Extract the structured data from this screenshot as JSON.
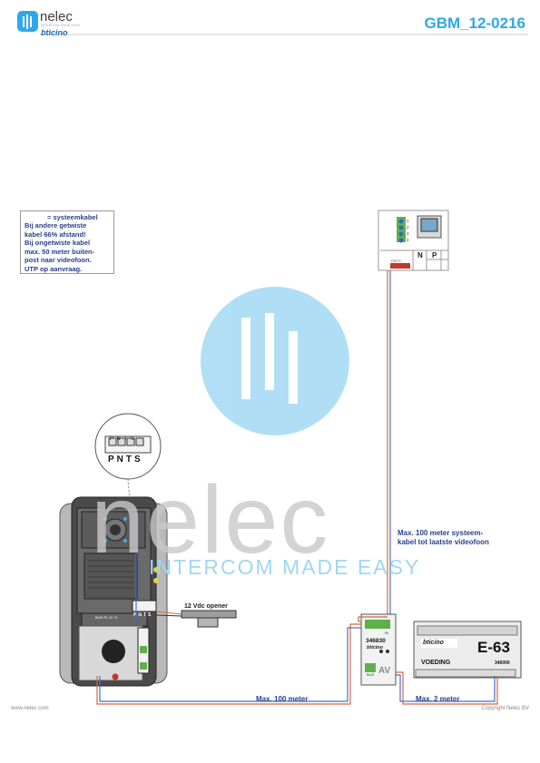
{
  "brand": {
    "name": "nelec",
    "tagline": "INTERCOM MADE EASY",
    "partner": "bticino",
    "accent_color": "#2ea8e8"
  },
  "document_code": "GBM_12-0216",
  "legend": {
    "heading": "= systeemkabel",
    "text": "Bij andere getwiste\nkabel 66% afstand!\nBij ongetwiste kabel\nmax. 50 meter buiten-\npost naar videofoon.\nUTP op aanvraag."
  },
  "watermark": {
    "brand": "nelec",
    "tagline": "INTERCOM MADE EASY"
  },
  "videophone": {
    "terminals": [
      "1",
      "2",
      "3",
      "4"
    ],
    "jumper_label": "PNTS",
    "power_labels": [
      "N",
      "P"
    ]
  },
  "door_station": {
    "zoom_labels": [
      "P",
      "N",
      "T",
      "S"
    ],
    "terminal_labels": [
      "P",
      "N",
      "T",
      "S"
    ],
    "bus_labels": "BUS PL S+ S-"
  },
  "opener": {
    "label": "12 Vdc opener"
  },
  "interface": {
    "model": "346830",
    "brand": "bticino",
    "mode": "AV",
    "in_label": "IN",
    "bus_label": "BUS"
  },
  "power_supply": {
    "brand": "bticino",
    "model_label": "E-63",
    "name": "VOEDING",
    "article": "346000"
  },
  "cables": {
    "note_line1": "Max. 100 meter systeem-",
    "note_line2": "kabel tot laatste videofoon",
    "segment_a": "Max. 100 meter",
    "segment_b": "Max. 2 meter"
  },
  "footer": {
    "website": "www.nelec.com",
    "copyright": "Copyright Nelec BV"
  },
  "colors": {
    "label_blue": "#2a3f8f",
    "wire_red": "#d66a3a",
    "wire_blue": "#4a6fd0",
    "watermark_circle": "#a8dcf5"
  }
}
